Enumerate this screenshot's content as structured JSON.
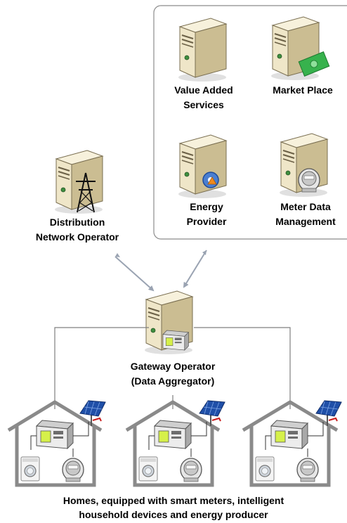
{
  "nodes": {
    "value_added": {
      "line1": "Value Added",
      "line2": "Services"
    },
    "market_place": {
      "line1": "Market Place"
    },
    "energy_provider": {
      "line1": "Energy",
      "line2": "Provider"
    },
    "meter_data": {
      "line1": "Meter Data",
      "line2": "Management"
    },
    "distribution": {
      "line1": "Distribution",
      "line2": "Network Operator"
    },
    "gateway": {
      "line1": "Gateway Operator",
      "line2": "(Data Aggregator)"
    }
  },
  "caption": {
    "line1": "Homes, equipped with smart meters, intelligent",
    "line2": "household devices and energy producer"
  },
  "icons": {
    "server": "server-icon",
    "pylon": "power-pylon-icon",
    "money": "money-icon",
    "gear": "gear-icon",
    "meter": "smart-meter-icon",
    "solar": "solar-panel-icon",
    "washer": "washing-machine-icon",
    "gateway_device": "gateway-device-icon"
  },
  "colors": {
    "server_body": "#efe6c8",
    "server_shade": "#cbbd92",
    "arrow": "#9aa3b2",
    "house": "#8a8a8a",
    "solar": "#1f4fa8",
    "device_screen": "#d6f04a",
    "money": "#37b24d"
  }
}
